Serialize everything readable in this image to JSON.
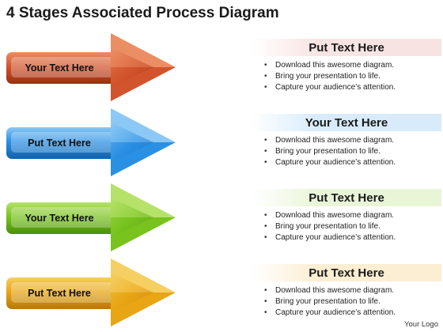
{
  "title": "4 Stages Associated Process Diagram",
  "stages": [
    {
      "label": "Your Text Here",
      "heading": "Put Text Here",
      "bullets": [
        "Download this awesome diagram.",
        "Bring your presentation to life.",
        "Capture your audience’s attention."
      ],
      "colors": {
        "dark": "#9a2f12",
        "main": "#d2542c",
        "light": "#ec8e64",
        "tint": "#f7e4e2"
      }
    },
    {
      "label": "Put Text Here",
      "heading": "Your Text Here",
      "bullets": [
        "Download this awesome diagram.",
        "Bring your presentation to life.",
        "Capture your audience’s attention."
      ],
      "colors": {
        "dark": "#0f63b0",
        "main": "#2a90e4",
        "light": "#8cc8f6",
        "tint": "#d7ebfa"
      }
    },
    {
      "label": "Your Text Here",
      "heading": "Put Text Here",
      "bullets": [
        "Download this awesome diagram.",
        "Bring your presentation to life.",
        "Capture your audience’s attention."
      ],
      "colors": {
        "dark": "#4b8f0a",
        "main": "#78c31e",
        "light": "#b6e26a",
        "tint": "#e9f5d7"
      }
    },
    {
      "label": "Put Text Here",
      "heading": "Put Text Here",
      "bullets": [
        "Download this awesome diagram.",
        "Bring your presentation to life.",
        "Capture your audience’s attention."
      ],
      "colors": {
        "dark": "#b57908",
        "main": "#e8a514",
        "light": "#f6cf62",
        "tint": "#fbeed2"
      }
    }
  ],
  "logo": "Your Logo"
}
